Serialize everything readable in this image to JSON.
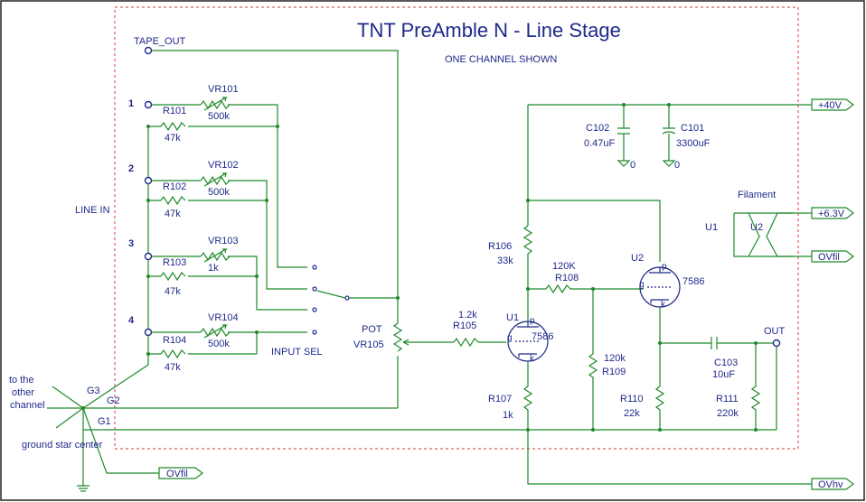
{
  "title": "TNT PreAmble N - Line Stage",
  "subtitle": "ONE CHANNEL SHOWN",
  "labels": {
    "tape_out": "TAPE_OUT",
    "in1": "1",
    "in2": "2",
    "in3": "3",
    "in4": "4",
    "line_in": "LINE IN",
    "input_sel": "INPUT SEL",
    "pot": "POT",
    "vr105": "VR105",
    "filament": "Filament",
    "out": "OUT",
    "to_other_channel_1": "to the",
    "to_other_channel_2": "other",
    "to_other_channel_3": "channel",
    "g1": "G1",
    "g2": "G2",
    "g3": "G3",
    "ground_star": "ground star center",
    "zero_a": "0",
    "zero_b": "0"
  },
  "rails": {
    "plus40": "+40V",
    "plus63": "+6.3V",
    "ovfil_right": "OVfil",
    "ovfil_bottom": "OVfil",
    "ovhv": "OVhv"
  },
  "components": {
    "vr101": {
      "name": "VR101",
      "value": "500k"
    },
    "r101": {
      "name": "R101",
      "value": "47k"
    },
    "vr102": {
      "name": "VR102",
      "value": "500k"
    },
    "r102": {
      "name": "R102",
      "value": "47k"
    },
    "vr103": {
      "name": "VR103",
      "value": "1k"
    },
    "r103": {
      "name": "R103",
      "value": "47k"
    },
    "vr104": {
      "name": "VR104",
      "value": "500k"
    },
    "r104": {
      "name": "R104",
      "value": "47k"
    },
    "r105": {
      "name": "R105",
      "value": "1.2k"
    },
    "r106": {
      "name": "R106",
      "value": "33k"
    },
    "r107": {
      "name": "R107",
      "value": "1k"
    },
    "r108": {
      "name": "R108",
      "value": "120K"
    },
    "r109": {
      "name": "R109",
      "value": "120k"
    },
    "r110": {
      "name": "R110",
      "value": "22k"
    },
    "r111": {
      "name": "R111",
      "value": "220k"
    },
    "c101": {
      "name": "C101",
      "value": "3300uF"
    },
    "c102": {
      "name": "C102",
      "value": "0.47uF"
    },
    "c103": {
      "name": "C103",
      "value": "10uF"
    },
    "u1": {
      "name": "U1",
      "type": "7586"
    },
    "u2": {
      "name": "U2",
      "type": "7586"
    },
    "u1_fil": "U1",
    "u2_fil": "U2"
  },
  "tube_pins": {
    "p": "p",
    "g": "g",
    "k": "k"
  }
}
